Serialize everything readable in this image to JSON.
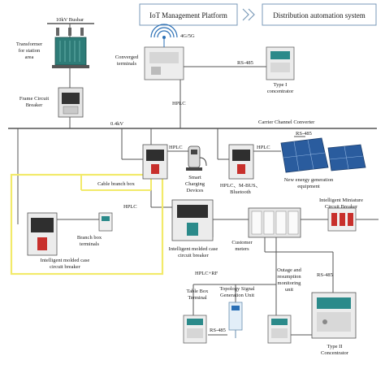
{
  "header": {
    "left_box": "IoT Management Platform",
    "right_box": "Distribution automation system"
  },
  "labels": {
    "busbar": "10kV Busbar",
    "transformer_1": "Transformer",
    "transformer_2": "for station",
    "transformer_3": "area",
    "frame_cb_1": "Frame Circuit",
    "frame_cb_2": "Breaker",
    "net_4g5g": "4G/5G",
    "conv_1": "Converged",
    "conv_2": "terminals",
    "rs485_top": "RS-485",
    "type1_1": "Type I",
    "type1_2": "concentrator",
    "hplc_top": "HPLC",
    "v04kv": "0.4kV",
    "carrier_conv": "Carrier Channel Converter",
    "rs485_solar": "RS-485",
    "hplc_charging": "HPLC",
    "hplc_solar": "HPLC",
    "smart_1": "Smart",
    "smart_2": "Charging",
    "smart_3": "Devices",
    "hplc_mbus_1": "HPLC、M-BUS、",
    "hplc_mbus_2": "Bluetooth",
    "newenergy_1": "New energy generation",
    "newenergy_2": "equipment",
    "cable_branch_box": "Cable branch box",
    "hplc_branch": "HPLC",
    "branch_terms_1": "Branch box",
    "branch_terms_2": "terminals",
    "imccb_left_1": "Intelligent molded case",
    "imccb_left_2": "circuit breaker",
    "imccb_mid_1": "Intelligent molded case",
    "imccb_mid_2": "circuit breaker",
    "cust_1": "Customer",
    "cust_2": "meters",
    "imcb_1": "Intelligent Miniature",
    "imcb_2": "Circuit Breaker",
    "hplc_rf": "HPLC+RF",
    "outage_1": "Outage and",
    "outage_2": "resumption",
    "outage_3": "monitoring",
    "outage_4": "unit",
    "rs485_right": "RS-485",
    "tablebox_1": "Table Box",
    "tablebox_2": "Terminal",
    "topo_1": "Topology Signal",
    "topo_2": "Generation Unit",
    "rs485_bottom": "RS-485",
    "type2_1": "Type II",
    "type2_2": "Concentrator"
  },
  "colors": {
    "line": "#555555",
    "branch_box": "#f2ea6a",
    "device_gray": "#e8e8e8",
    "device_dark": "#2f2f2f",
    "meter_teal": "#1e7a7a",
    "breaker_red": "#c8302c",
    "solar_blue": "#2a5c9e"
  }
}
